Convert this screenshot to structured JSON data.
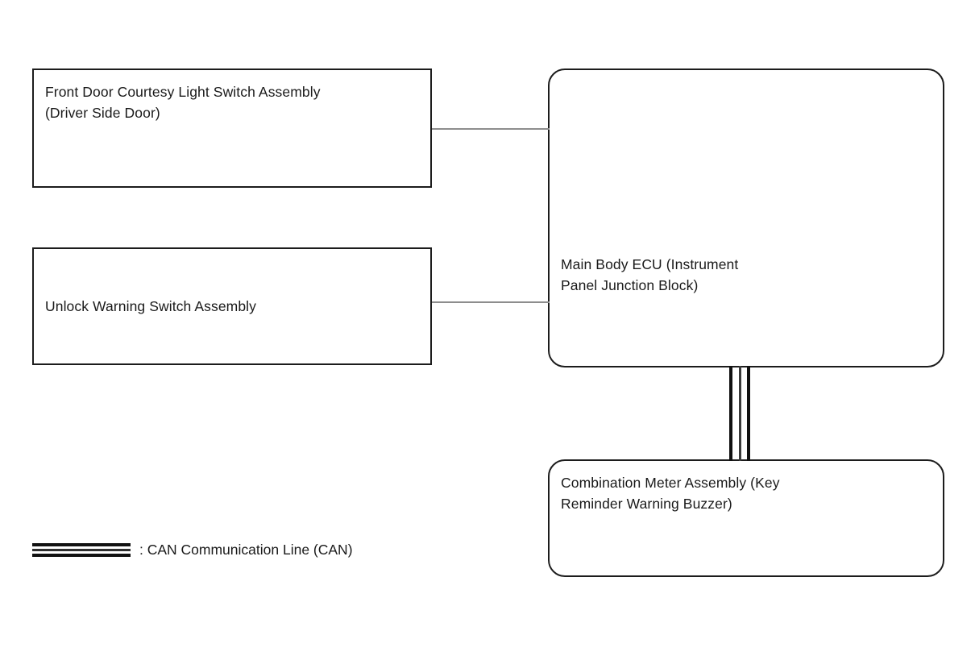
{
  "diagram": {
    "type": "system-block-diagram",
    "background_color": "#ffffff",
    "line_color": "#1c1c1c",
    "connector_color": "#8d8d8d",
    "nodes": [
      {
        "id": "front-door-courtesy-light-switch",
        "label": "Front Door Courtesy Light Switch Assembly\n(Driver Side Door)",
        "shape": "rectangle"
      },
      {
        "id": "unlock-warning-switch",
        "label": "Unlock Warning Switch Assembly",
        "shape": "rectangle"
      },
      {
        "id": "main-body-ecu",
        "label": "Main Body ECU (Instrument\nPanel Junction Block)",
        "shape": "rounded-rectangle"
      },
      {
        "id": "combination-meter",
        "label": "Combination Meter Assembly (Key\nReminder Warning Buzzer)",
        "shape": "rounded-rectangle"
      }
    ],
    "connections": [
      {
        "id": "courtesy-switch-to-ecu",
        "from": "front-door-courtesy-light-switch",
        "to": "main-body-ecu",
        "style": "single-line"
      },
      {
        "id": "unlock-switch-to-ecu",
        "from": "unlock-warning-switch",
        "to": "main-body-ecu",
        "style": "single-line"
      },
      {
        "id": "ecu-to-combination-meter",
        "from": "main-body-ecu",
        "to": "combination-meter",
        "style": "can-bus"
      }
    ]
  },
  "legend": {
    "symbol_name": "can-bus-triple-line-symbol",
    "text": ": CAN Communication Line (CAN)"
  }
}
